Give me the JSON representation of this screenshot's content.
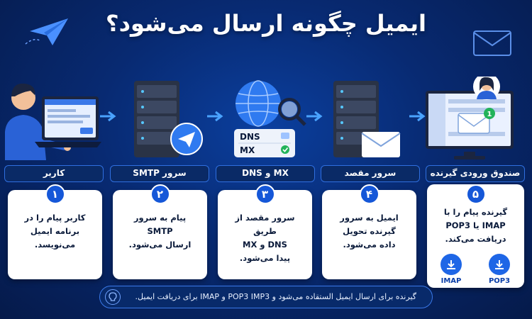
{
  "title": "ایمیل چگونه ارسال می‌شود؟",
  "stages": [
    {
      "number": "۱",
      "label": "کاربر",
      "description": "کاربر پیام را در\nبرنامه ایمیل\nمی‌نویسد."
    },
    {
      "number": "۲",
      "label": "سرور SMTP",
      "description": "پیام به سرور\nSMTP\nارسال می‌شود."
    },
    {
      "number": "۳",
      "label": "MX و DNS",
      "description": "سرور مقصد از طریق\nDNS و MX\nپیدا می‌شود."
    },
    {
      "number": "۴",
      "label": "سرور مقصد",
      "description": "ایمیل به سرور\nگیرنده تحویل\nداده می‌شود."
    },
    {
      "number": "۵",
      "label": "صندوق ورودی گیرنده",
      "description": "گیرنده پیام را با\nIMAP یا POP3\nدریافت می‌کند."
    }
  ],
  "dns_card": {
    "line1": "DNS",
    "line2": "MX"
  },
  "inbox_badge": "1",
  "protocols": {
    "imap": "IMAP",
    "pop3": "POP3"
  },
  "footer_note": "گیرنده برای ارسال ایمیل الستقاده می‌شود و POP3 IMP3 و IMAP برای دریافت ایمیل.",
  "colors": {
    "background": "#082a72",
    "accent": "#1557d8",
    "card": "#ffffff",
    "label_border": "#2f6fe0"
  }
}
